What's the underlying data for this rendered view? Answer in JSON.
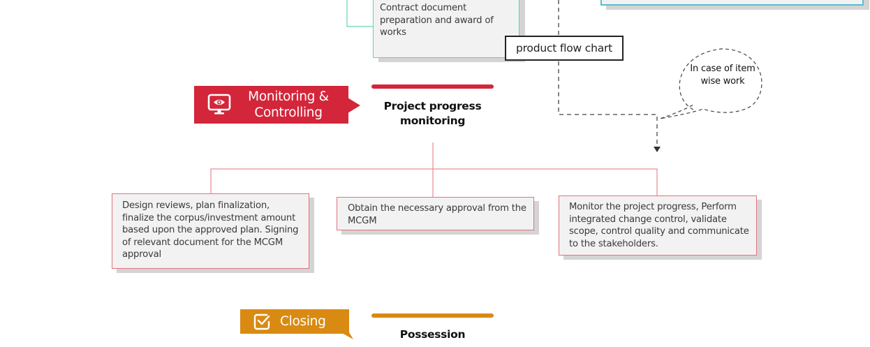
{
  "tooltip": {
    "text": "product flow chart"
  },
  "top_section": {
    "contract_box": {
      "text": "Contract document preparation and award of works"
    }
  },
  "callout": {
    "text": "In case of item wise work"
  },
  "phases": [
    {
      "id": "monitoring",
      "label": "Monitoring & Controlling",
      "icon": "monitor-eye-icon",
      "color": "#d3263a",
      "step_title": "Project progress monitoring",
      "sub_boxes": [
        {
          "text": "Design reviews, plan finalization, finalize the corpus/investment amount based upon the approved plan. Signing of relevant document for the MCGM approval"
        },
        {
          "text": "Obtain the necessary approval from the MCGM"
        },
        {
          "text": "Monitor the project progress, Perform integrated change  control, validate scope, control quality and communicate to the stakeholders."
        }
      ]
    },
    {
      "id": "closing",
      "label": "Closing",
      "icon": "checkbox-check-icon",
      "color": "#d98a12",
      "step_title": "Possession"
    }
  ]
}
